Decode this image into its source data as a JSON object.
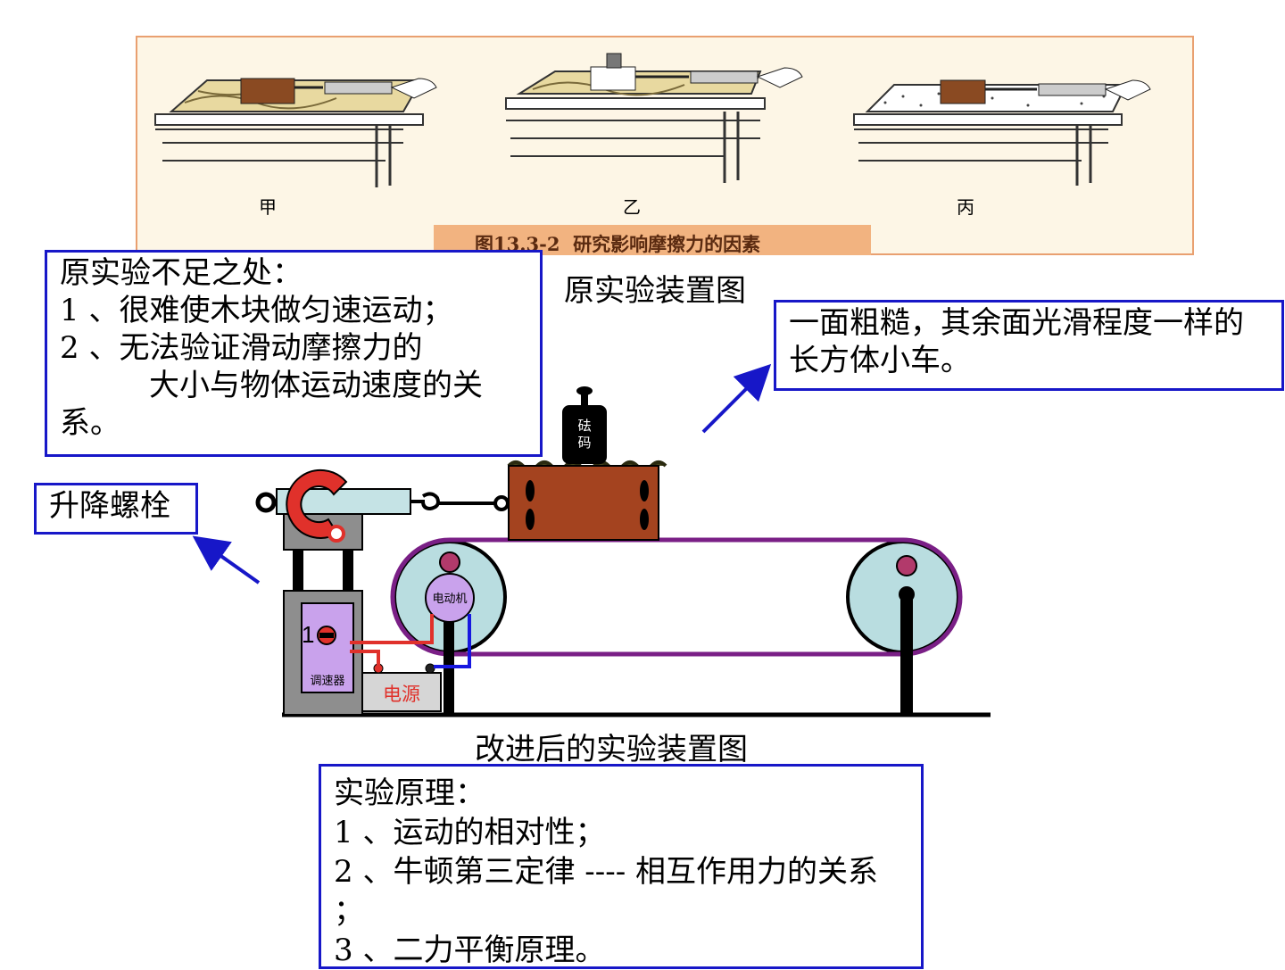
{
  "textbook_figure": {
    "panel_labels": [
      "甲",
      "乙",
      "丙"
    ],
    "caption": "图13.3-2  研究影响摩擦力的因素"
  },
  "original_caption": "原实验装置图",
  "shortcomings": {
    "title": "原实验不足之处：",
    "lines": [
      "1 、很难使木块做匀速运动；",
      "2 、无法验证滑动摩擦力的",
      "大小与物体运动速度的关",
      "系。"
    ]
  },
  "car_note": {
    "lines": [
      "一面粗糙，其余面光滑程度一样的",
      "长方体小车。"
    ]
  },
  "bolt_label": "升降螺栓",
  "apparatus": {
    "weight_label_1": "砝",
    "weight_label_2": "码",
    "motor_label": "电动机",
    "speed_controller_label": "调速器",
    "speed_knob_label": "1",
    "power_label": "电源"
  },
  "improved_caption": "改进后的实验装置图",
  "principles": {
    "title": "实验原理：",
    "lines": [
      "1 、运动的相对性；",
      "2 、牛顿第三定律 ---- 相互作用力的关系",
      "；",
      "3 、二力平衡原理。"
    ]
  },
  "colors": {
    "box_border": "#1717c8",
    "figure_bg": "#fdf6e6",
    "figure_border": "#e9a070",
    "caption_band": "#f2b380",
    "block": "#a4431f",
    "belt": "#7a1f86",
    "wheel": "#b9dde0",
    "speed_controller": "#c9a2ec",
    "gray_frame": "#8e8e8e"
  }
}
